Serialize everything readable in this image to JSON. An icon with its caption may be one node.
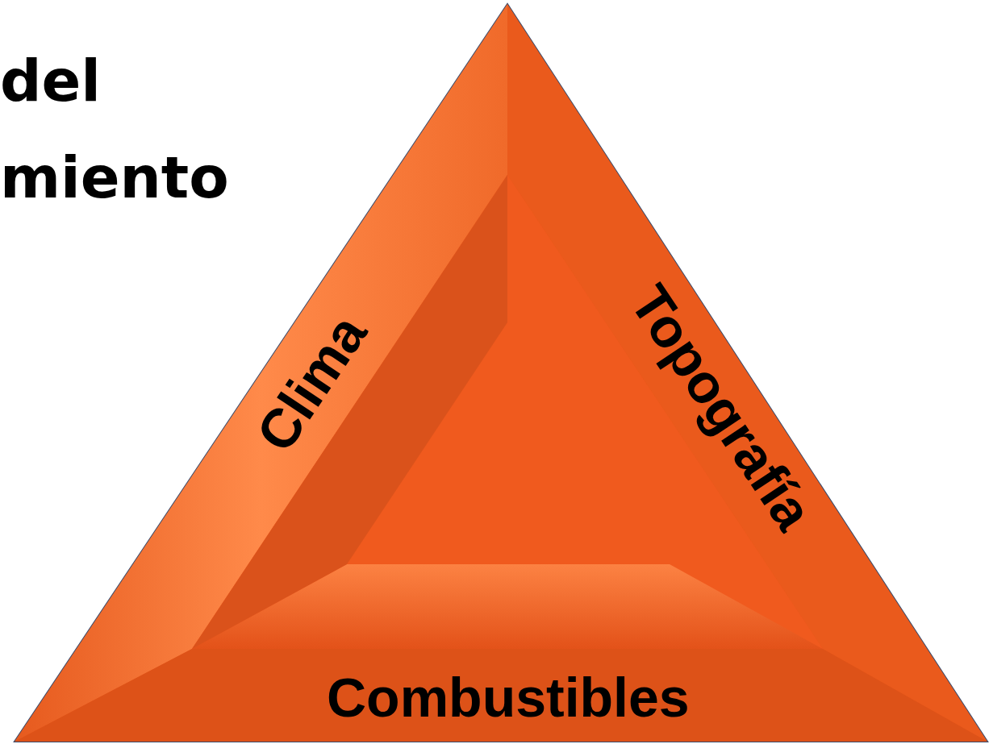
{
  "diagram": {
    "title": "del miento",
    "labels": [
      "Clima",
      "Topografía",
      "Combustibles"
    ]
  }
}
